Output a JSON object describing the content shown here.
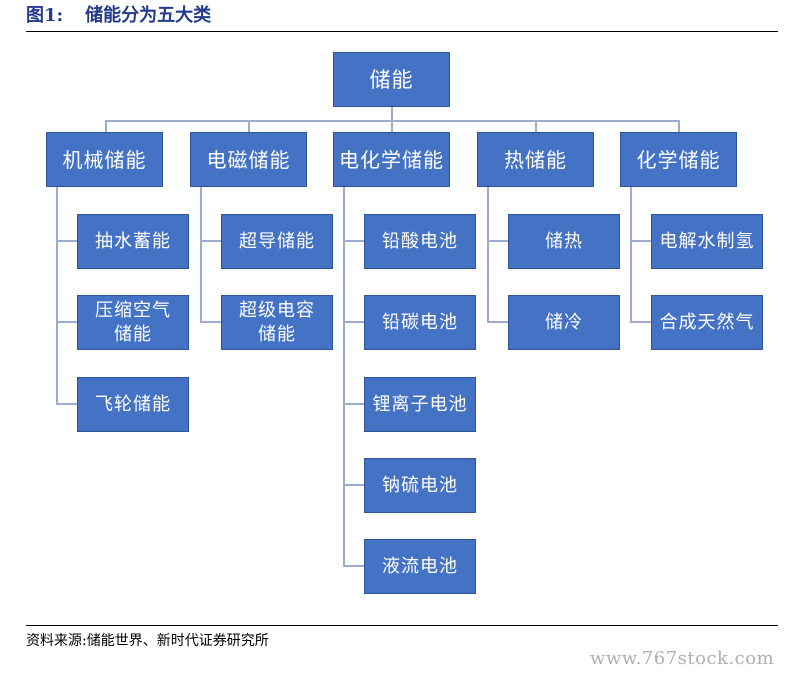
{
  "figure": {
    "number": "图1:",
    "title": "储能分为五大类"
  },
  "tree": {
    "root": "储能",
    "categories": [
      {
        "label": "机械储能",
        "children": [
          "抽水蓄能",
          "压缩空气储能",
          "飞轮储能"
        ]
      },
      {
        "label": "电磁储能",
        "children": [
          "超导储能",
          "超级电容储能"
        ]
      },
      {
        "label": "电化学储能",
        "children": [
          "铅酸电池",
          "铅碳电池",
          "锂离子电池",
          "钠硫电池",
          "液流电池"
        ]
      },
      {
        "label": "热储能",
        "children": [
          "储热",
          "储冷"
        ]
      },
      {
        "label": "化学储能",
        "children": [
          "电解水制氢",
          "合成天然气"
        ]
      }
    ]
  },
  "source": "资料来源:储能世界、新时代证券研究所",
  "watermark": "www.767stock.com",
  "colors": {
    "box_fill": "#4472c4",
    "box_border": "#2f5597",
    "connector": "#9dabcf",
    "title": "#243b8c"
  }
}
